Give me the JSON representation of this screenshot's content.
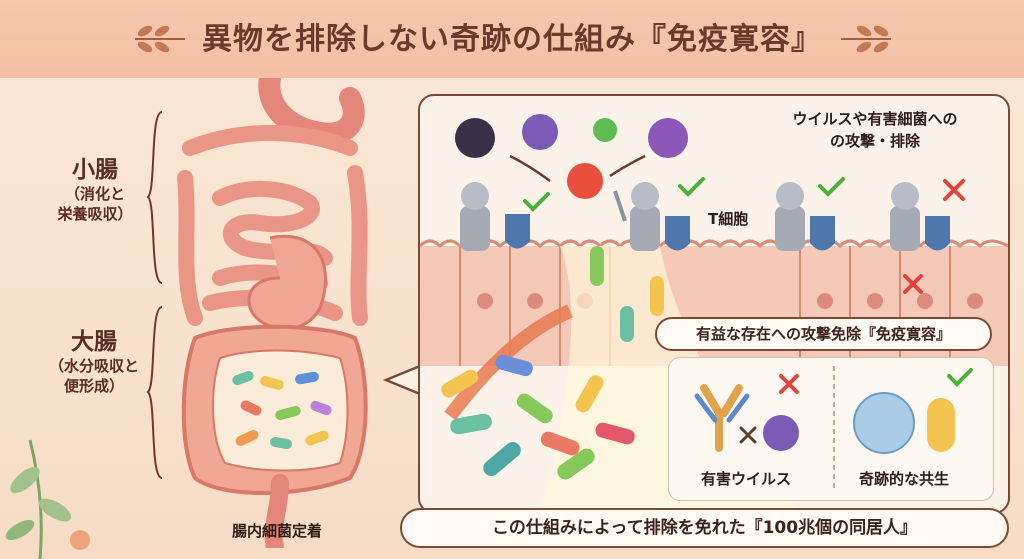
{
  "title": "異物を排除しない奇跡の仕組み『免疫寛容』",
  "labels": {
    "small_intestine": "小腸",
    "small_intestine_desc_1": "（消化と",
    "small_intestine_desc_2": "栄養吸収）",
    "large_intestine": "大腸",
    "large_intestine_desc_1": "（水分吸収と",
    "large_intestine_desc_2": "便形成）",
    "gut_bacteria": "腸内細菌定着"
  },
  "panel": {
    "attack_text_1": "ウイルスや有害細菌への",
    "attack_text_2": "の攻撃・排除",
    "t_cell": "T細胞",
    "tolerance_caption": "有益な存在への攻撃免除『免疫寛容』",
    "harmful_virus": "有害ウイルス",
    "miraculous_coexistence": "奇跡的な共生"
  },
  "bottom_caption": "この仕組みによって排除を免れた『100兆個の同居人』",
  "colors": {
    "title_text": "#6b3a2a",
    "check_green": "#4caf3a",
    "cross_red": "#e0443a",
    "border_brown": "#7a4a36"
  },
  "icons": [
    "leaf-icon",
    "virus-icon",
    "knight-icon",
    "shield-icon",
    "sword-icon",
    "check-icon",
    "cross-icon",
    "antibody-icon",
    "bacteria-icon",
    "intestine-icon"
  ]
}
